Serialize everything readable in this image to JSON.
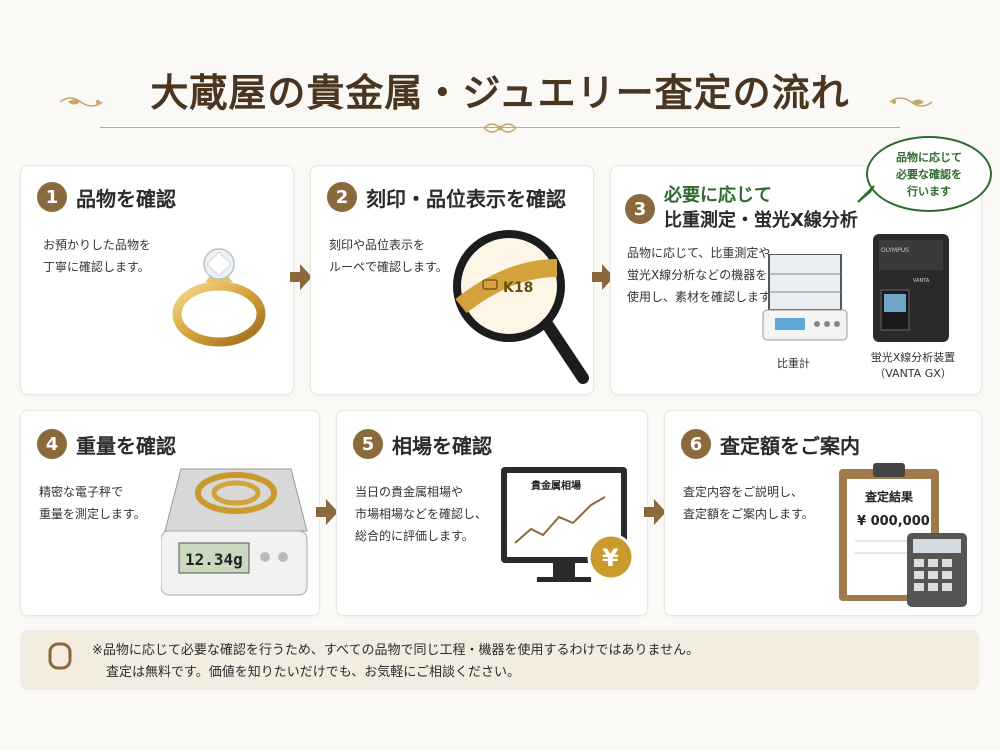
{
  "title": "大蔵屋の貴金属・ジュエリー査定の流れ",
  "steps": [
    {
      "num": "1",
      "title": "品物を確認",
      "desc": [
        "お預かりした品物を",
        "丁寧に確認します。"
      ]
    },
    {
      "num": "2",
      "title": "刻印・品位表示を確認",
      "desc": [
        "刻印や品位表示を",
        "ルーペで確認します。"
      ],
      "engraving": "K18"
    },
    {
      "num": "3",
      "title_line1": "必要に応じて",
      "title_line2": "比重測定・蛍光X線分析",
      "desc": [
        "品物に応じて、比重測定や",
        "蛍光X線分析などの機器を",
        "使用し、素材を確認します。"
      ],
      "caption_left": "比重計",
      "caption_right_1": "蛍光X線分析装置",
      "caption_right_2": "（VANTA GX）",
      "device_brand": "OLYMPUS",
      "device_label": "VANTA"
    },
    {
      "num": "4",
      "title": "重量を確認",
      "desc": [
        "精密な電子秤で",
        "重量を測定します。"
      ],
      "scale_reading": "12.34g"
    },
    {
      "num": "5",
      "title": "相場を確認",
      "desc": [
        "当日の貴金属相場や",
        "市場相場などを確認し、",
        "総合的に評価します。"
      ],
      "monitor_title": "貴金属相場",
      "yen": "¥"
    },
    {
      "num": "6",
      "title": "査定額をご案内",
      "desc": [
        "査定内容をご説明し、",
        "査定額をご案内します。"
      ],
      "clipboard_title": "査定結果",
      "clipboard_amount": "¥ 000,000"
    }
  ],
  "bubble": [
    "品物に応じて",
    "必要な確認を",
    "行います"
  ],
  "note": [
    "※品物に応じて必要な確認を行うため、すべての品物で同じ工程・機器を使用するわけではありません。",
    "査定は無料です。価値を知りたいだけでも、お気軽にご相談ください。"
  ],
  "colors": {
    "accent": "#8a6a3d",
    "green": "#2e6b2e",
    "gold": "#c9a66b",
    "note_bg": "#f3ece1"
  }
}
